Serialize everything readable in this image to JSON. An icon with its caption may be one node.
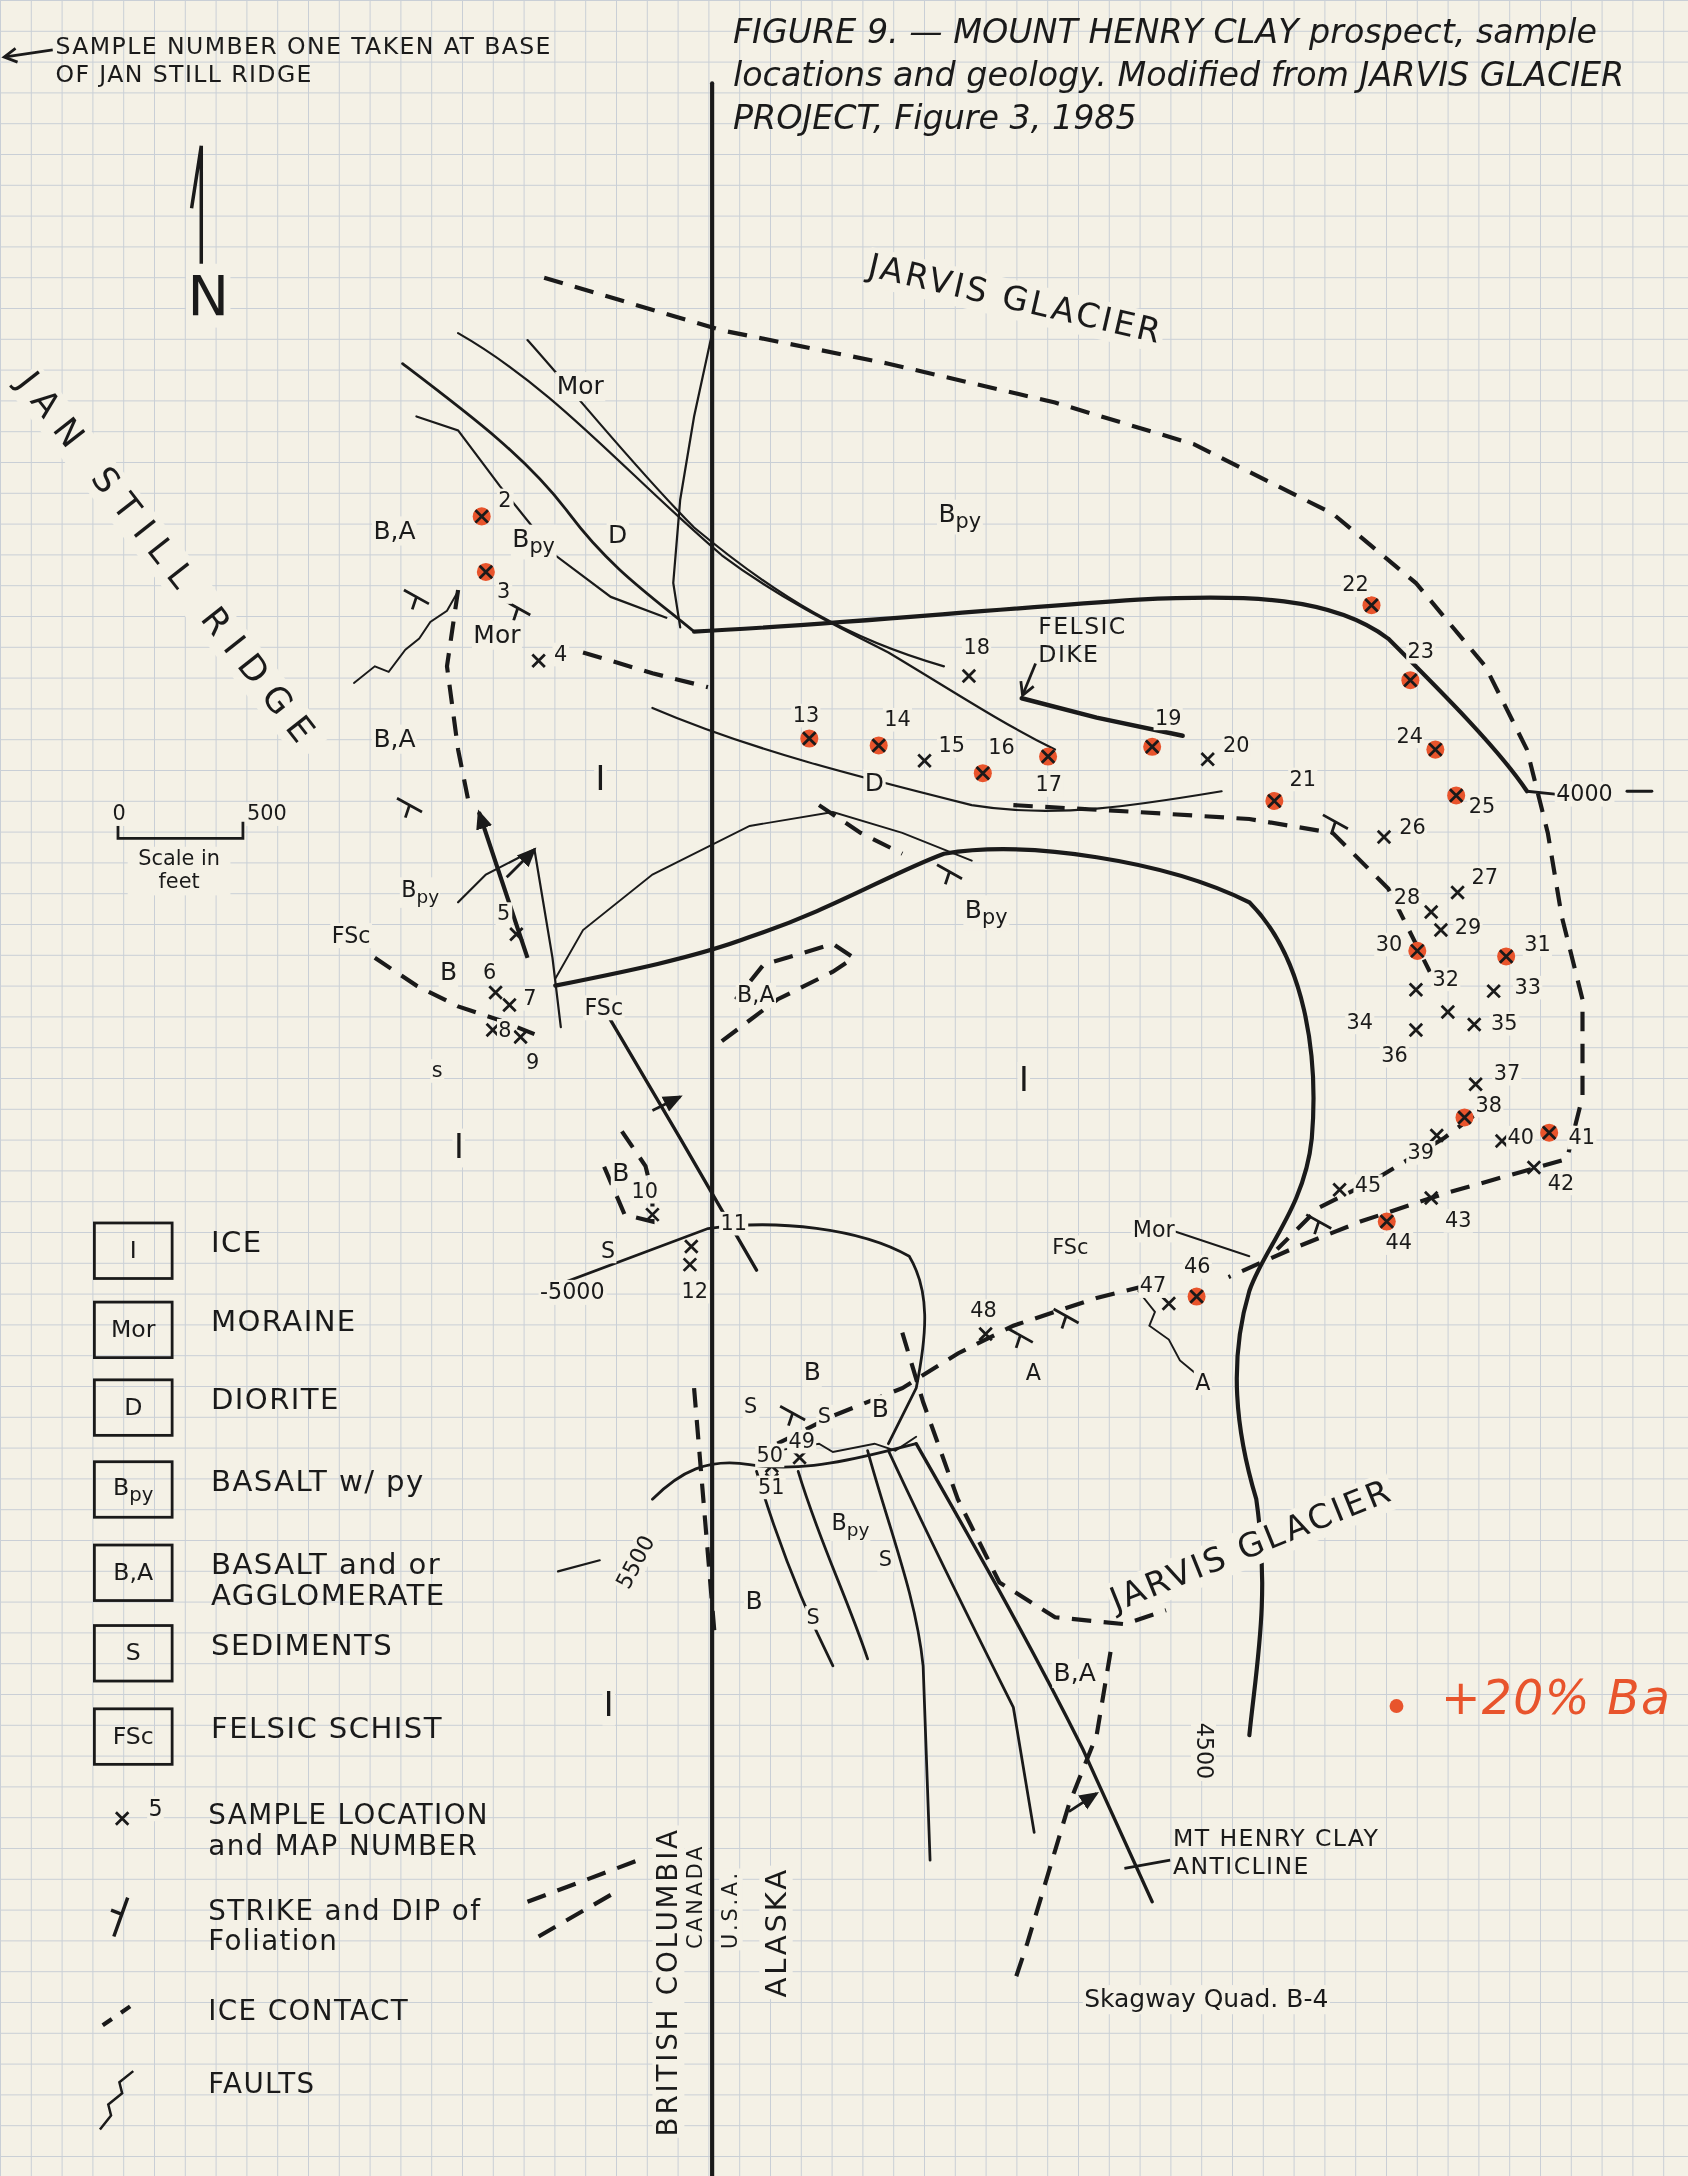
{
  "diagram": {
    "title": "FIGURE 9. — MOUNT HENRY CLAY prospect, sample locations and geology. Modified from JARVIS GLACIER PROJECT, Figure 3, 1985",
    "nodes": [
      {
        "text": [
          "SAMPLE NUMBER ONE TAKEN AT BASE OF JAN STILL RIDGE"
        ]
      },
      {
        "text": [
          "FELSIC DIKE"
        ]
      },
      {
        "text": [
          "MT HENRY CLAY ANTICLINE"
        ]
      },
      {
        "text": [
          "I"
        ],
        "beside": [
          "ICE"
        ]
      },
      {
        "text": [
          "Mor"
        ],
        "beside": [
          "MORAINE"
        ]
      },
      {
        "text": [
          "D"
        ],
        "beside": [
          "DIORITE"
        ]
      },
      {
        "text": [
          "B$_{py}$"
        ],
        "beside": [
          "BASALT w/ py"
        ]
      },
      {
        "text": [
          "B,A"
        ],
        "beside": [
          "BASALT and or AGGLOMERATE"
        ]
      },
      {
        "text": [
          "S"
        ],
        "beside": [
          "SEDIMENTS"
        ]
      },
      {
        "text": [
          "FSc"
        ],
        "beside": [
          "FELSIC SCHIST"
        ]
      },
      {
        "text": [],
        "shape": "bar"
      }
    ],
    "edges": [
      {
        "from": 0,
        "to": null,
        "arrow": "to"
      },
      {
        "from": 1,
        "to": 10,
        "arrow": "to"
      },
      {
        "from": 2,
        "to": null,
        "arrow": "none"
      }
    ],
    "labels": [
      "N",
      "JAN STILL RIDGE",
      "JARVIS GLACIER",
      "Mor",
      "B$_{py}$",
      "B,A",
      "B$_{py}$",
      "D",
      "Mor",
      "B,A",
      "I",
      "0",
      "500",
      "Scale in feet",
      "D",
      "B$_{py}$",
      "B$_{py}$",
      "FSc",
      "B",
      "FSc",
      "B,A",
      "s",
      "I",
      "I",
      "B",
      "S",
      "-5000",
      "FSc",
      "Mor",
      "A",
      "A",
      "B",
      "S",
      "S",
      "B",
      "B$_{py}$",
      "S",
      "B",
      "S",
      "5500",
      "4000",
      "4500",
      "B,A",
      "I",
      "JARVIS GLACIER",
      "BRITISH COLUMBIA",
      "CANADA",
      "U.S.A.",
      "ALASKA",
      "Skagway Quad. B-4",
      "5",
      "2",
      "3",
      "4",
      "5",
      "6",
      "7",
      "8",
      "9",
      "10",
      "11",
      "12",
      "13",
      "14",
      "15",
      "16",
      "17",
      "18",
      "19",
      "20",
      "21",
      "22",
      "23",
      "24",
      "25",
      "26",
      "27",
      "28",
      "29",
      "30",
      "31",
      "32",
      "33",
      "34",
      "35",
      "36",
      "37",
      "38",
      "39",
      "40",
      "41",
      "42",
      "43",
      "44",
      "45",
      "46",
      "47",
      "48",
      "49",
      "50",
      "51"
    ],
    "legend": [
      {
        "text": "SAMPLE LOCATION and MAP NUMBER"
      },
      {
        "text": "STRIKE and DIP of Foliation"
      },
      {
        "text": "ICE CONTACT"
      },
      {
        "text": "FAULTS"
      },
      {
        "text": "+20% Ba",
        "color": "#e8542c"
      }
    ]
  }
}
